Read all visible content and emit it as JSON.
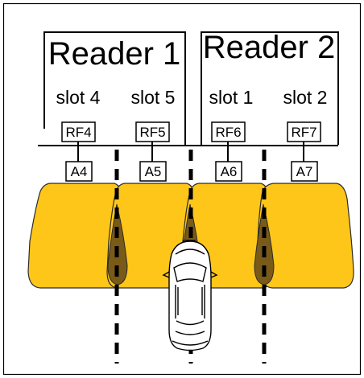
{
  "readers": [
    {
      "title": "Reader 1",
      "slots": [
        {
          "label": "slot 4",
          "rf": "RF4",
          "antenna": "A4"
        },
        {
          "label": "slot 5",
          "rf": "RF5",
          "antenna": "A5"
        }
      ]
    },
    {
      "title": "Reader 2",
      "slots": [
        {
          "label": "slot 1",
          "rf": "RF6",
          "antenna": "A6"
        },
        {
          "label": "slot 2",
          "rf": "RF7",
          "antenna": "A7"
        }
      ]
    }
  ],
  "colors": {
    "coverage_fill": "#FFC61A",
    "coverage_stroke": "#2B2B2B",
    "overlap_fill": "#7A5A18",
    "line": "#000000",
    "background": "#FFFFFF"
  },
  "icons": {
    "vehicle": "car-top-view-icon"
  }
}
